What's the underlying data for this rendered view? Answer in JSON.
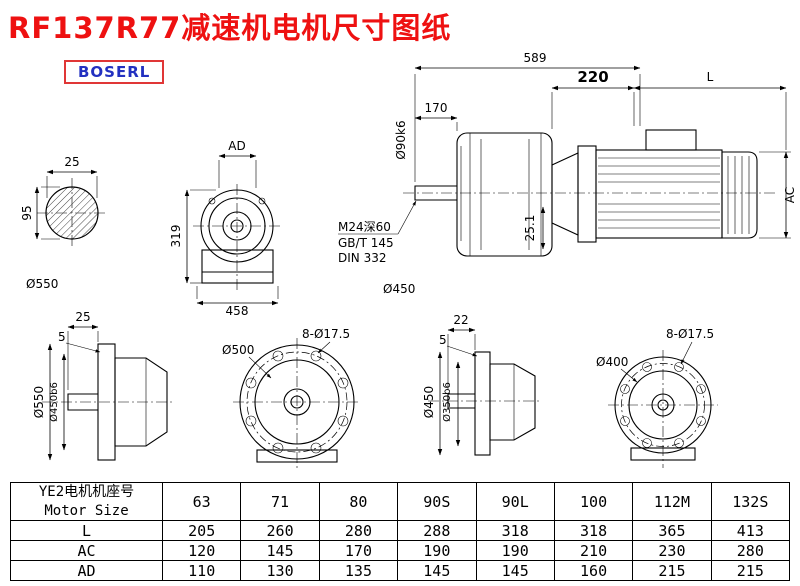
{
  "title": "RF137R77减速机电机尺寸图纸",
  "logo": "BOSERL",
  "drawings": {
    "shaft_section": {
      "key_width": "25",
      "height": "95",
      "dia": "Ø550"
    },
    "gearbox_front": {
      "ad": "AD",
      "height": "319",
      "width": "458"
    },
    "main_view": {
      "overall": "589",
      "shaft_len": "170",
      "shaft_dia": "Ø90k6",
      "thread": "M24深60",
      "std1": "GB/T 145",
      "std2": "DIN 332",
      "flange_dia": "Ø450",
      "step": "25.1"
    },
    "motor": {
      "adapter_len": "220",
      "len_label": "L",
      "ac_label": "AC"
    },
    "flange_a_side": {
      "hub_len": "25",
      "plate": "5",
      "outer_dia": "Ø550",
      "spigot_dia": "Ø450b6"
    },
    "flange_a_front": {
      "bolt_circle": "Ø500",
      "holes": "8-Ø17.5"
    },
    "flange_b_side": {
      "hub_len": "22",
      "plate": "5",
      "outer_dia": "Ø450",
      "spigot_dia": "Ø350b6"
    },
    "flange_b_front": {
      "dia": "Ø400",
      "holes": "8-Ø17.5"
    }
  },
  "table": {
    "header_cn": "YE2电机机座号",
    "header_en": "Motor Size",
    "sizes": [
      "63",
      "71",
      "80",
      "90S",
      "90L",
      "100",
      "112M",
      "132S"
    ],
    "rows": [
      {
        "label": "L",
        "values": [
          "205",
          "260",
          "280",
          "288",
          "318",
          "318",
          "365",
          "413"
        ]
      },
      {
        "label": "AC",
        "values": [
          "120",
          "145",
          "170",
          "190",
          "190",
          "210",
          "230",
          "280"
        ]
      },
      {
        "label": "AD",
        "values": [
          "110",
          "130",
          "135",
          "145",
          "145",
          "160",
          "215",
          "215"
        ]
      }
    ]
  }
}
